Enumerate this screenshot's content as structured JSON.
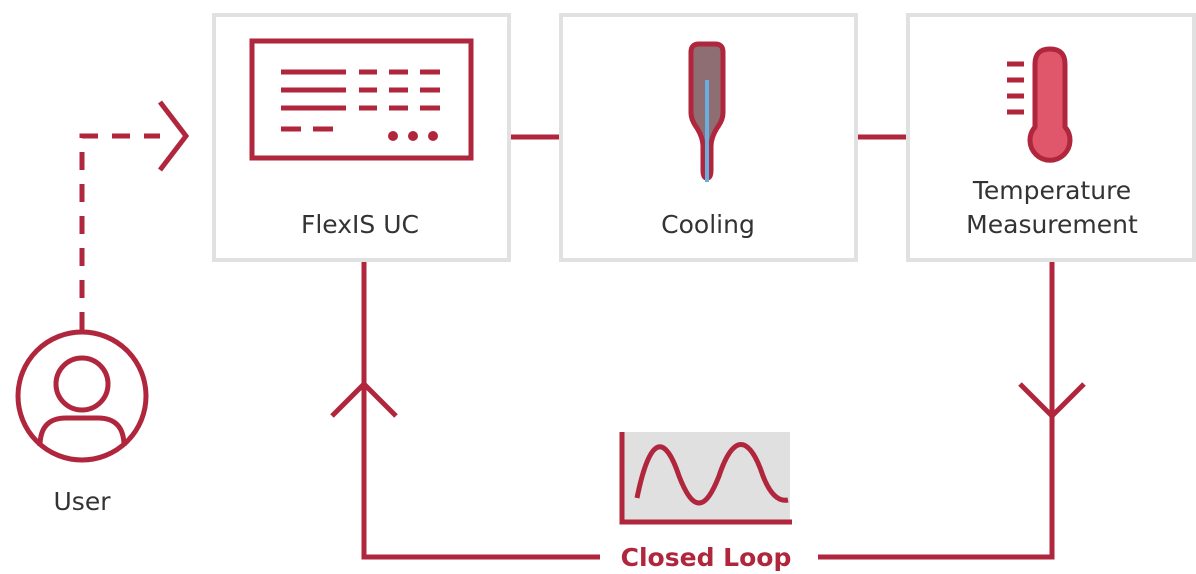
{
  "colors": {
    "accent": "#b0263d",
    "box_border": "#e1e1e1",
    "thermo_fill": "#e0566a",
    "probe_fill": "#8e6e72",
    "probe_line": "#6aaee0",
    "chart_bg": "#e0e0e0",
    "text": "#333333"
  },
  "nodes": {
    "controller": {
      "label": "FlexIS UC",
      "icon": "control-panel-icon"
    },
    "cooling": {
      "label": "Cooling",
      "icon": "cooling-probe-icon"
    },
    "temperature": {
      "label_line1": "Temperature",
      "label_line2": "Measurement",
      "icon": "thermometer-icon"
    },
    "user": {
      "label": "User",
      "icon": "user-avatar-icon"
    }
  },
  "loop": {
    "label": "Closed Loop",
    "icon": "waveform-chart-icon"
  }
}
